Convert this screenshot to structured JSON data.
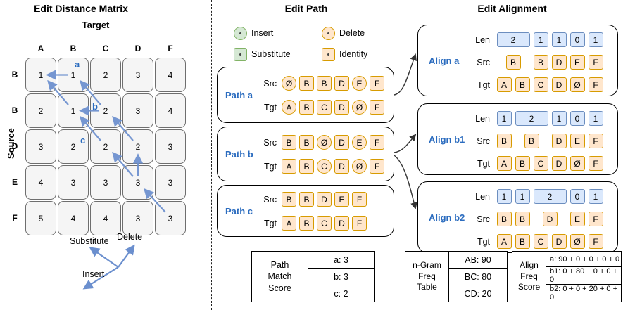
{
  "section_titles": {
    "matrix": "Edit Distance Matrix",
    "path": "Edit Path",
    "alignment": "Edit Alignment"
  },
  "colors": {
    "accent_blue": "#2b6cbf",
    "arrow_blue": "#6b8fce",
    "green_fill": "#d5e8d4",
    "green_border": "#82b366",
    "orange_fill": "#ffe6cc",
    "orange_border": "#d79b00",
    "blue_fill": "#dae8fc",
    "blue_border": "#6c8ebf",
    "cell_fill": "#f5f5f5"
  },
  "matrix": {
    "target_label": "Target",
    "source_label": "Source",
    "col_headers": [
      "A",
      "B",
      "C",
      "D",
      "F"
    ],
    "row_headers": [
      "B",
      "B",
      "D",
      "E",
      "F"
    ],
    "values": [
      [
        "1",
        "1",
        "2",
        "3",
        "4"
      ],
      [
        "2",
        "1",
        "2",
        "3",
        "4"
      ],
      [
        "3",
        "2",
        "2",
        "2",
        "3"
      ],
      [
        "4",
        "3",
        "3",
        "3",
        "3"
      ],
      [
        "5",
        "4",
        "4",
        "3",
        "3"
      ]
    ],
    "path_labels": {
      "a": "a",
      "b": "b",
      "c": "c"
    },
    "legend": {
      "substitute": "Substitute",
      "delete": "Delete",
      "insert": "Insert"
    }
  },
  "edit_path": {
    "legend": [
      {
        "label": "Insert",
        "op": "insert"
      },
      {
        "label": "Delete",
        "op": "delete"
      },
      {
        "label": "Substitute",
        "op": "substitute"
      },
      {
        "label": "Identity",
        "op": "identity"
      }
    ],
    "row_labels": {
      "src": "Src",
      "tgt": "Tgt"
    },
    "paths": [
      {
        "label": "Path a",
        "src": [
          {
            "ch": "Ø",
            "op": "insert"
          },
          {
            "ch": "B",
            "op": "identity"
          },
          {
            "ch": "B",
            "op": "substitute"
          },
          {
            "ch": "D",
            "op": "identity"
          },
          {
            "ch": "E",
            "op": "delete"
          },
          {
            "ch": "F",
            "op": "identity"
          }
        ],
        "tgt": [
          {
            "ch": "A",
            "op": "insert"
          },
          {
            "ch": "B",
            "op": "identity"
          },
          {
            "ch": "C",
            "op": "substitute"
          },
          {
            "ch": "D",
            "op": "identity"
          },
          {
            "ch": "Ø",
            "op": "delete"
          },
          {
            "ch": "F",
            "op": "identity"
          }
        ]
      },
      {
        "label": "Path b",
        "src": [
          {
            "ch": "B",
            "op": "substitute"
          },
          {
            "ch": "B",
            "op": "identity"
          },
          {
            "ch": "Ø",
            "op": "insert"
          },
          {
            "ch": "D",
            "op": "identity"
          },
          {
            "ch": "E",
            "op": "delete"
          },
          {
            "ch": "F",
            "op": "identity"
          }
        ],
        "tgt": [
          {
            "ch": "A",
            "op": "substitute"
          },
          {
            "ch": "B",
            "op": "identity"
          },
          {
            "ch": "C",
            "op": "insert"
          },
          {
            "ch": "D",
            "op": "identity"
          },
          {
            "ch": "Ø",
            "op": "delete"
          },
          {
            "ch": "F",
            "op": "identity"
          }
        ]
      },
      {
        "label": "Path c",
        "src": [
          {
            "ch": "B",
            "op": "substitute"
          },
          {
            "ch": "B",
            "op": "identity"
          },
          {
            "ch": "D",
            "op": "substitute"
          },
          {
            "ch": "E",
            "op": "substitute"
          },
          {
            "ch": "F",
            "op": "identity"
          }
        ],
        "tgt": [
          {
            "ch": "A",
            "op": "substitute"
          },
          {
            "ch": "B",
            "op": "identity"
          },
          {
            "ch": "C",
            "op": "substitute"
          },
          {
            "ch": "D",
            "op": "substitute"
          },
          {
            "ch": "F",
            "op": "identity"
          }
        ]
      }
    ],
    "score_table": {
      "header": "Path\nMatch\nScore",
      "rows": [
        "a: 3",
        "b: 3",
        "c: 2"
      ]
    }
  },
  "alignment": {
    "row_labels": {
      "len": "Len",
      "src": "Src",
      "tgt": "Tgt"
    },
    "aligns": [
      {
        "label": "Align a",
        "units": [
          {
            "len": "2",
            "src": "B",
            "span": 2
          },
          {
            "len": "1",
            "src": "B",
            "span": 1
          },
          {
            "len": "1",
            "src": "D",
            "span": 1
          },
          {
            "len": "0",
            "src": "E",
            "span": 1
          },
          {
            "len": "1",
            "src": "F",
            "span": 1
          }
        ],
        "tgt": [
          "A",
          "B",
          "C",
          "D",
          "Ø",
          "F"
        ]
      },
      {
        "label": "Align b1",
        "units": [
          {
            "len": "1",
            "src": "B",
            "span": 1
          },
          {
            "len": "2",
            "src": "B",
            "span": 2
          },
          {
            "len": "1",
            "src": "D",
            "span": 1
          },
          {
            "len": "0",
            "src": "E",
            "span": 1
          },
          {
            "len": "1",
            "src": "F",
            "span": 1
          }
        ],
        "tgt": [
          "A",
          "B",
          "C",
          "D",
          "Ø",
          "F"
        ]
      },
      {
        "label": "Align b2",
        "units": [
          {
            "len": "1",
            "src": "B",
            "span": 1
          },
          {
            "len": "1",
            "src": "B",
            "span": 1
          },
          {
            "len": "2",
            "src": "D",
            "span": 2
          },
          {
            "len": "0",
            "src": "E",
            "span": 1
          },
          {
            "len": "1",
            "src": "F",
            "span": 1
          }
        ],
        "tgt": [
          "A",
          "B",
          "C",
          "D",
          "Ø",
          "F"
        ]
      }
    ],
    "ngram_table": {
      "header": "n-Gram\nFreq\nTable",
      "rows": [
        "AB: 90",
        "BC: 80",
        "CD: 20"
      ]
    },
    "freq_table": {
      "header": "Align\nFreq\nScore",
      "rows": [
        "a: 90 + 0 + 0 + 0 + 0",
        "b1: 0 + 80 + 0 + 0 + 0",
        "b2: 0 + 0 + 20 + 0 + 0"
      ]
    }
  }
}
